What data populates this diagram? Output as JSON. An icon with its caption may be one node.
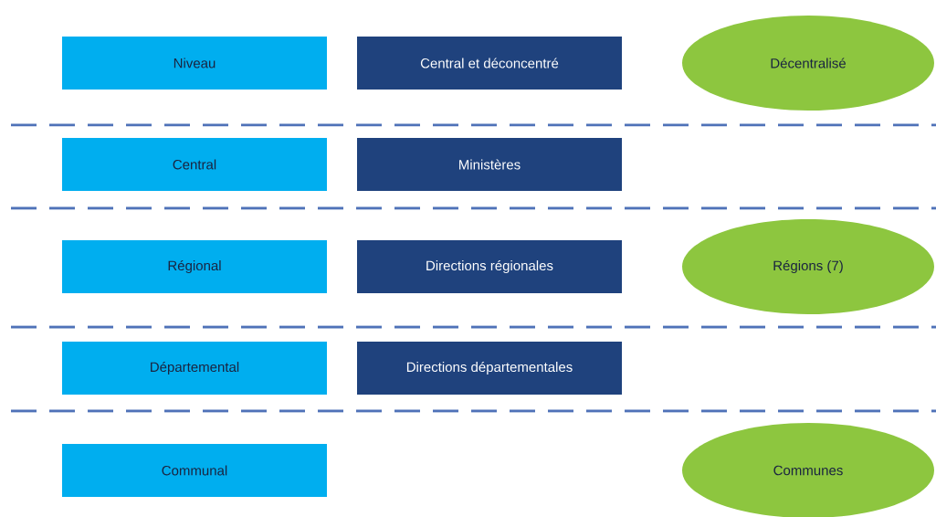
{
  "diagram": {
    "nodes": [
      {
        "text": [
          "Niveau"
        ]
      },
      {
        "text": [
          "Central et déconcentré"
        ]
      },
      {
        "text": [
          "Décentralisé"
        ]
      },
      {
        "text": [
          "Central"
        ]
      },
      {
        "text": [
          "Ministères"
        ]
      },
      {
        "text": [
          "Régional"
        ]
      },
      {
        "text": [
          "Directions régionales"
        ]
      },
      {
        "text": [
          "Régions (7)"
        ]
      },
      {
        "text": [
          "Départemental"
        ]
      },
      {
        "text": [
          "Directions départementales"
        ]
      },
      {
        "text": [
          "Communal"
        ]
      },
      {
        "text": [
          "Communes"
        ]
      }
    ]
  }
}
